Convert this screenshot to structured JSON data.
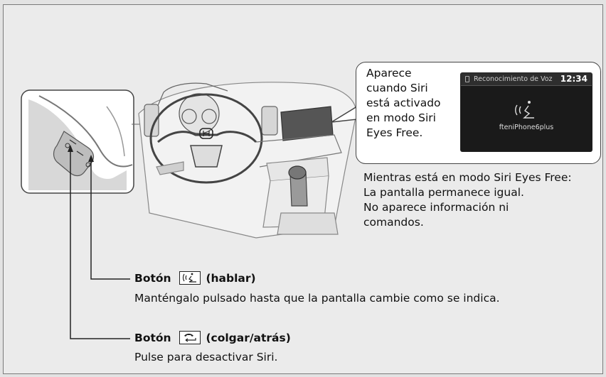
{
  "callout": {
    "description": "Aparece cuando Siri está activado en modo Siri Eyes Free.",
    "lines": [
      "Aparece",
      "cuando Siri",
      "está activado",
      "en modo Siri",
      "Eyes Free."
    ]
  },
  "screen": {
    "title": "Reconocimiento de Voz",
    "clock": "12:34",
    "device_name": "fteniPhone6plus",
    "glyph_icon": "voice-talk-icon"
  },
  "siri_note": {
    "lines": [
      "Mientras está en modo Siri Eyes Free:",
      "La pantalla permanece igual.",
      "No aparece información ni",
      "comandos."
    ]
  },
  "talk_button": {
    "label": "Botón",
    "icon": "talk-icon",
    "name": "(hablar)",
    "description": "Manténgalo pulsado hasta que la pantalla cambie como se indica."
  },
  "hangup_button": {
    "label": "Botón",
    "icon": "hang-up-back-icon",
    "name": "(colgar/atrás)",
    "description": "Pulse para desactivar Siri."
  }
}
